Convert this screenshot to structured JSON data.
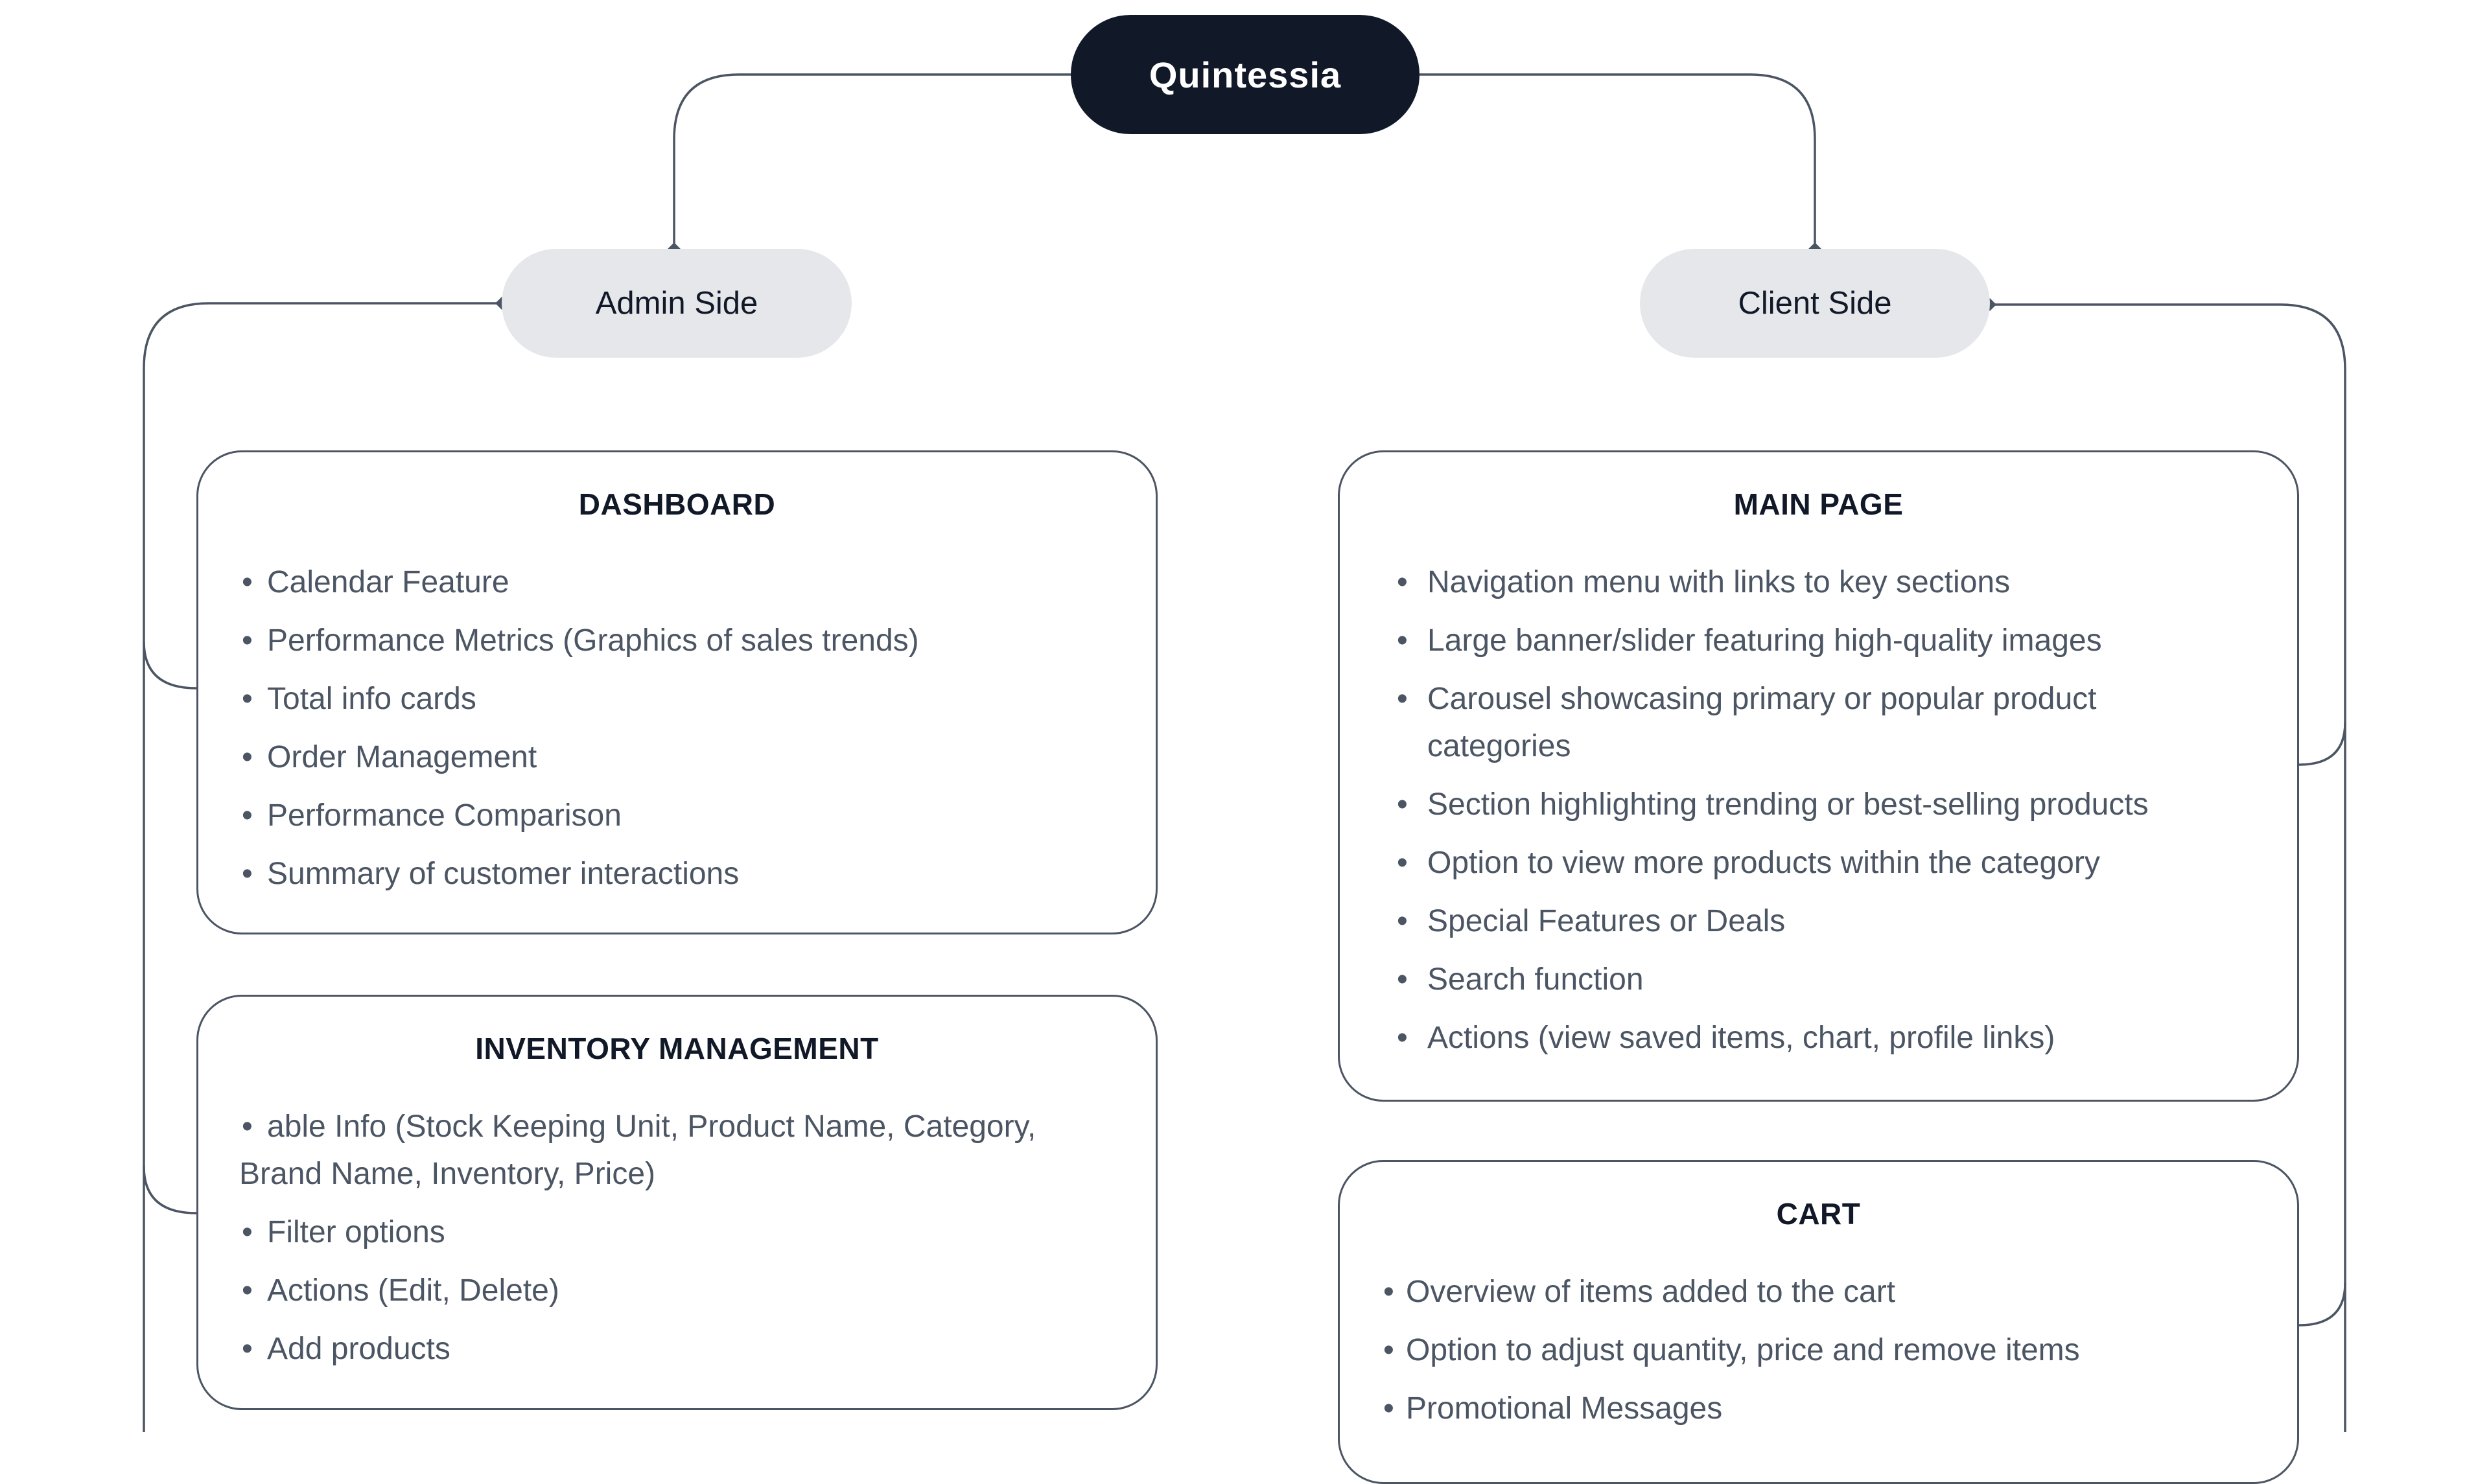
{
  "root": {
    "label": "Quintessia"
  },
  "branches": {
    "admin": {
      "label": "Admin Side"
    },
    "client": {
      "label": "Client Side"
    }
  },
  "cards": {
    "dashboard": {
      "title": "DASHBOARD",
      "items": [
        "Calendar Feature",
        "Performance Metrics (Graphics of sales trends)",
        "Total info cards",
        "Order Management",
        "Performance Comparison",
        "Summary of customer interactions"
      ]
    },
    "inventory": {
      "title": "INVENTORY MANAGEMENT",
      "items": [
        "able Info (Stock Keeping Unit, Product Name, Category,",
        "Brand Name, Inventory, Price)",
        "Filter options",
        "Actions (Edit, Delete)",
        "Add products"
      ]
    },
    "main_page": {
      "title": "MAIN PAGE",
      "items": [
        "Navigation menu with links to key sections",
        "Large banner/slider featuring high-quality images",
        "Carousel showcasing primary or popular product",
        "categories",
        "Section highlighting trending or best-selling products",
        "Option to view more products within the category",
        "Special Features or Deals",
        "Search function",
        "Actions (view saved items, chart, profile links)"
      ]
    },
    "cart": {
      "title": "CART",
      "items": [
        "Overview of items added to the cart",
        "Option to adjust quantity, price and remove items",
        "Promotional Messages"
      ]
    }
  },
  "colors": {
    "root_bg": "#111827",
    "pill_bg": "#e5e7eb",
    "line": "#4b5563",
    "text": "#4b5563",
    "heading": "#111827"
  }
}
